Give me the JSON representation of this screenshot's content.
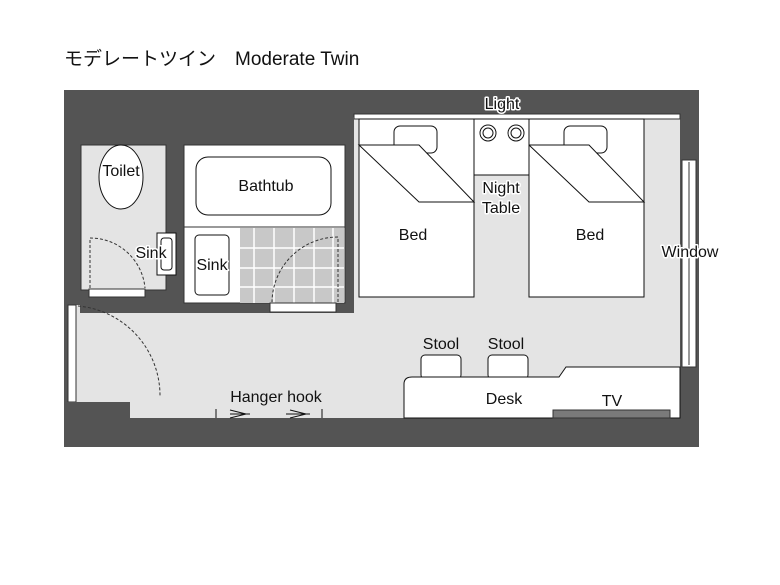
{
  "title": "モデレートツイン　Moderate Twin",
  "labels": {
    "light": "Light",
    "toilet": "Toilet",
    "bathtub": "Bathtub",
    "sink_toilet": "Sink",
    "sink_bath": "Sink",
    "night": "Night",
    "table": "Table",
    "bed_left": "Bed",
    "bed_right": "Bed",
    "window": "Window",
    "stool_left": "Stool",
    "stool_right": "Stool",
    "desk": "Desk",
    "tv": "TV",
    "hanger_hook": "Hanger hook"
  },
  "colors": {
    "wall": "#545454",
    "floor": "#e4e4e4",
    "furniture": "#ffffff",
    "tv": "#7a7a7a"
  }
}
